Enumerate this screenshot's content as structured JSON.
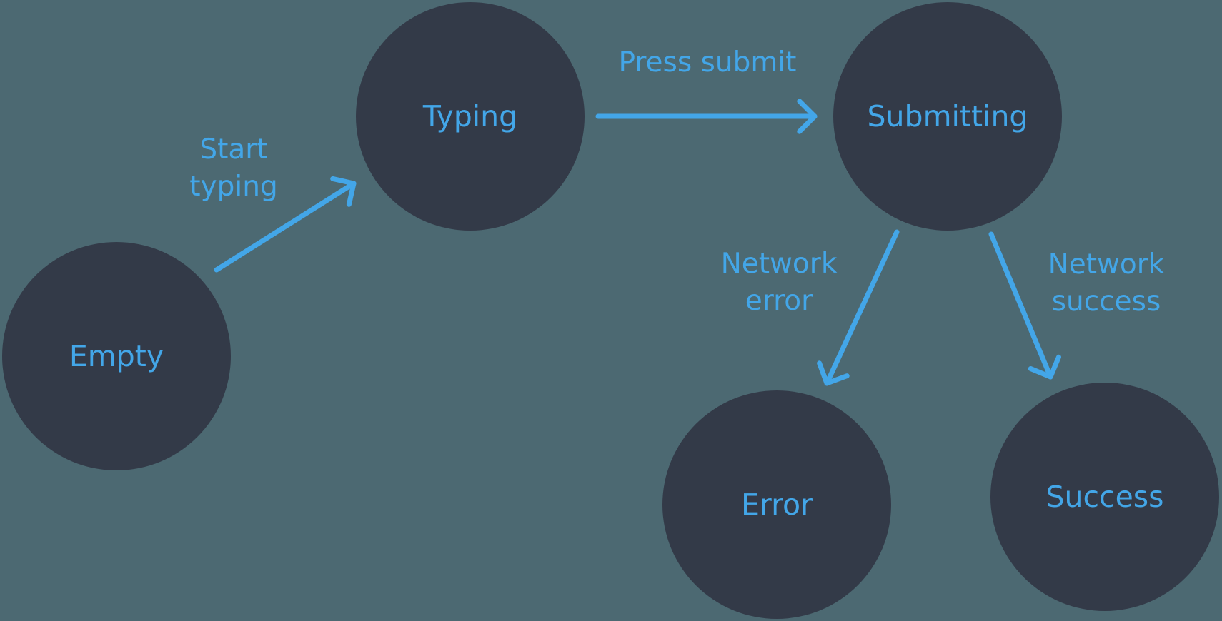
{
  "diagram": {
    "colors": {
      "background": "#4C6972",
      "node_fill": "#333A48",
      "accent": "#43A6E8"
    },
    "states": [
      {
        "id": "empty",
        "label": "Empty"
      },
      {
        "id": "typing",
        "label": "Typing"
      },
      {
        "id": "submitting",
        "label": "Submitting"
      },
      {
        "id": "error",
        "label": "Error"
      },
      {
        "id": "success",
        "label": "Success"
      }
    ],
    "transitions": [
      {
        "from": "empty",
        "to": "typing",
        "label": "Start\ntyping"
      },
      {
        "from": "typing",
        "to": "submitting",
        "label": "Press submit"
      },
      {
        "from": "submitting",
        "to": "error",
        "label": "Network\nerror"
      },
      {
        "from": "submitting",
        "to": "success",
        "label": "Network\nsuccess"
      }
    ]
  }
}
